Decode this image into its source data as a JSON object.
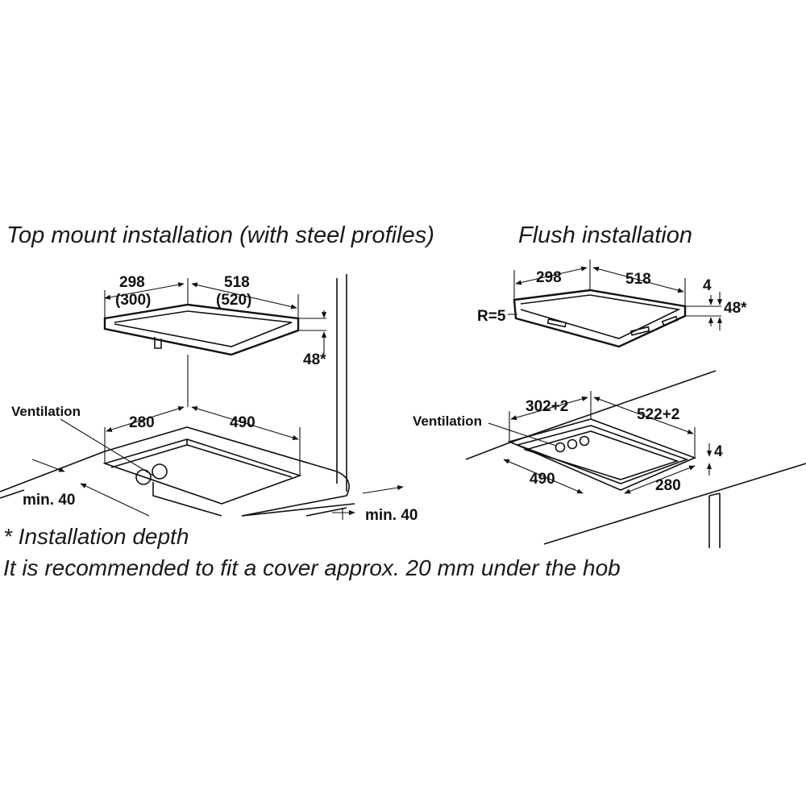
{
  "titles": {
    "top_mount": "Top mount installation (with steel profiles)",
    "flush": "Flush installation"
  },
  "top_mount": {
    "hob_depth": "298",
    "hob_depth_alt": "(300)",
    "hob_width": "518",
    "hob_width_alt": "(520)",
    "install_depth": "48*",
    "ventilation": "Ventilation",
    "cutout_depth": "280",
    "cutout_width": "490",
    "min_front": "min. 40",
    "min_side": "min. 40"
  },
  "flush": {
    "hob_depth": "298",
    "hob_width": "518",
    "edge_height": "4",
    "install_depth": "48*",
    "radius": "R=5",
    "ventilation": "Ventilation",
    "rebate_depth": "302+2",
    "rebate_width": "522+2",
    "rebate_height": "4",
    "cutout_width": "490",
    "cutout_depth": "280"
  },
  "notes": {
    "installation_depth": "* Installation depth",
    "cover": "It is recommended to fit a cover approx. 20 mm under the hob"
  }
}
